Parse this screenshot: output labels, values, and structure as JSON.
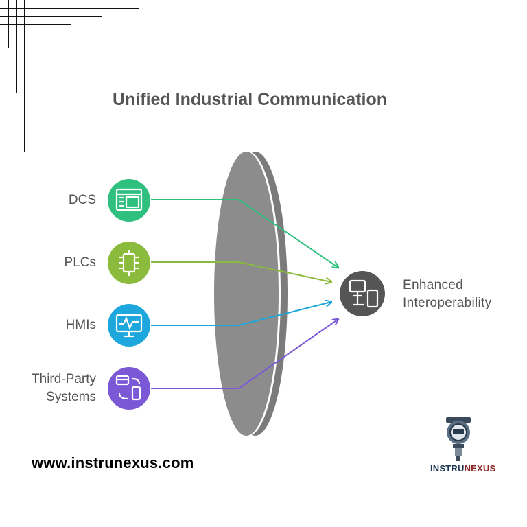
{
  "title": "Unified Industrial Communication",
  "sources": [
    {
      "label": "DCS",
      "color": "#2fc07f",
      "icon": "dashboard-icon"
    },
    {
      "label": "PLCs",
      "color": "#8bbb3c",
      "icon": "chip-icon"
    },
    {
      "label": "HMIs",
      "color": "#1ea7dc",
      "icon": "monitor-icon"
    },
    {
      "label_line1": "Third-Party",
      "label_line2": "Systems",
      "color": "#7b58d6",
      "icon": "exchange-icon"
    }
  ],
  "output": {
    "label_line1": "Enhanced",
    "label_line2": "Interoperability",
    "color": "#555555",
    "icon": "devices-icon"
  },
  "lens_color": "#8c8c8c",
  "website": "www.instrunexus.com",
  "brand": {
    "part1": "INSTRU",
    "part2": "NEXUS"
  }
}
